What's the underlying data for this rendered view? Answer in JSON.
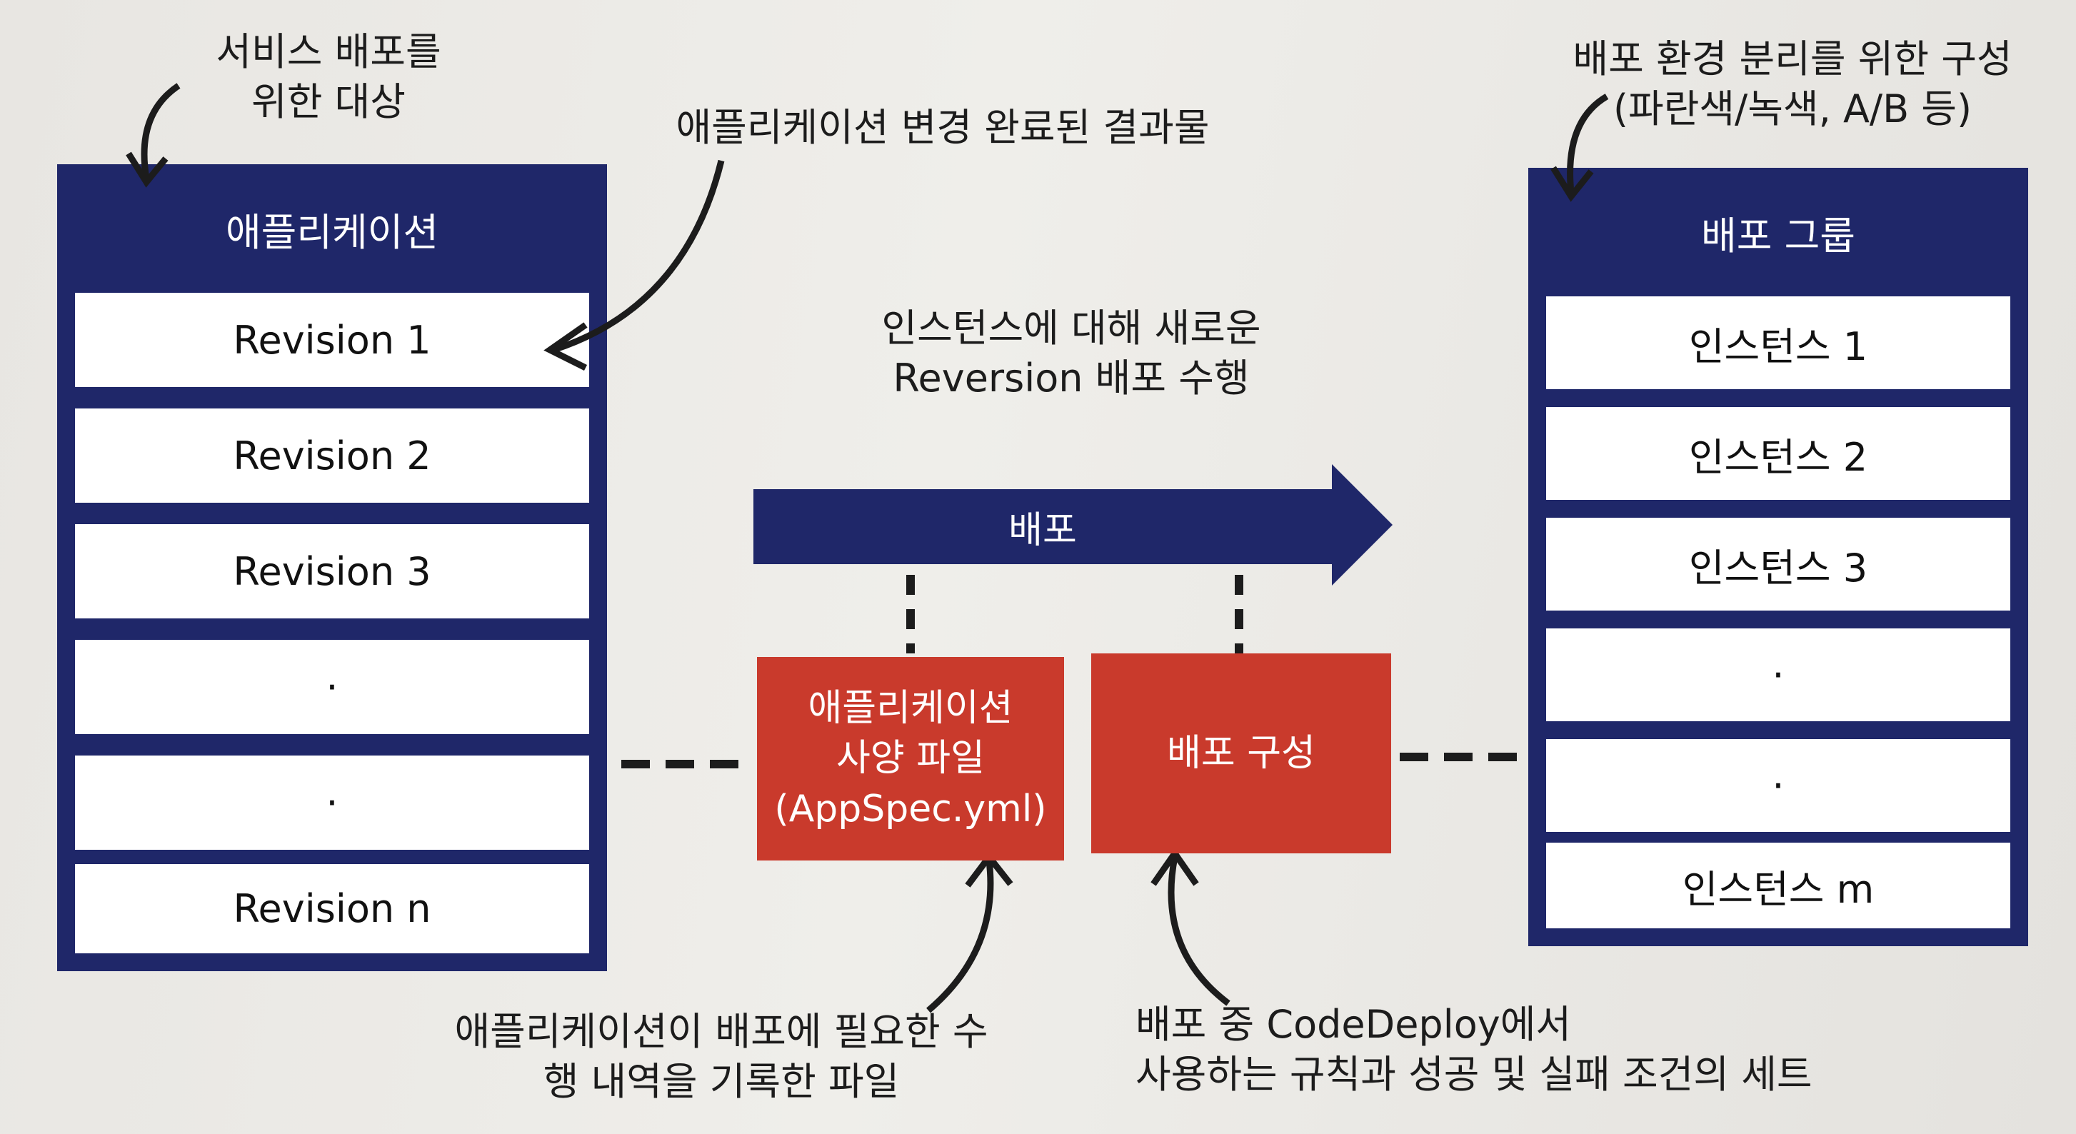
{
  "left_stack": {
    "annotation": "서비스 배포를\n위한 대상",
    "header": "애플리케이션",
    "rows": [
      "Revision 1",
      "Revision 2",
      "Revision 3",
      "·",
      "·",
      "Revision n"
    ]
  },
  "right_stack": {
    "annotation": "배포 환경 분리를 위한 구성\n(파란색/녹색, A/B 등)",
    "header": "배포 그룹",
    "rows": [
      "인스턴스 1",
      "인스턴스 2",
      "인스턴스 3",
      "·",
      "·",
      "인스턴스 m"
    ]
  },
  "revision_annotation": "애플리케이션 변경 완료된 결과물",
  "center": {
    "caption": "인스턴스에 대해 새로운\nReversion 배포 수행",
    "arrow_label": "배포",
    "appspec_box": "애플리케이션\n사양 파일\n(AppSpec.yml)",
    "config_box": "배포 구성"
  },
  "bottom_notes": {
    "appspec_note": "애플리케이션이 배포에 필요한 수\n행 내역을 기록한 파일",
    "config_note": "배포 중 CodeDeploy에서\n사용하는 규칙과 성공 및 실패 조건의 세트"
  },
  "colors": {
    "navy": "#1f2769",
    "red": "#c93a2c",
    "white": "#ffffff"
  }
}
